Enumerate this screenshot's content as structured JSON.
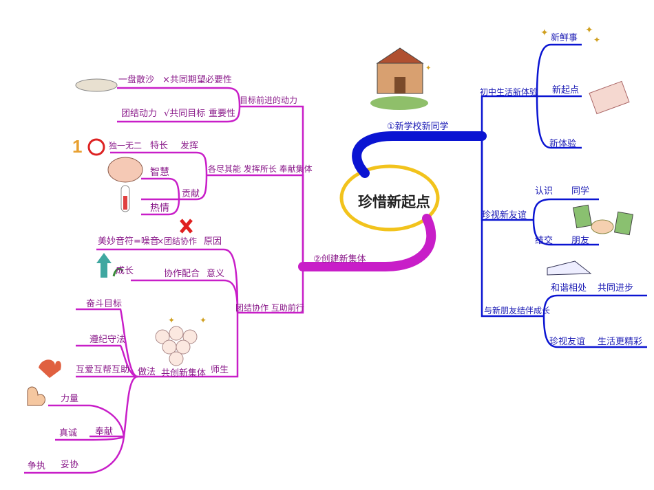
{
  "center": "珍惜新起点",
  "colors": {
    "blue": "#0a14d2",
    "magenta": "#c81ec8",
    "ellipse": "#f2c31c"
  },
  "branch1": {
    "title": "①新学校新同学",
    "sub1": {
      "title": "初中生活新体验",
      "items": [
        "新鲜事",
        "新起点",
        "新体验"
      ]
    },
    "sub2": {
      "title": "珍视新友谊",
      "items": [
        "认识",
        "同学",
        "结交",
        "朋友"
      ]
    },
    "sub3": {
      "title": "与新朋友结伴成长",
      "items": [
        "和谐相处",
        "共同进步",
        "珍视友谊",
        "生活更精彩"
      ]
    }
  },
  "branch2": {
    "title": "②创建新集体",
    "sub1": {
      "title": "目标前进的动力",
      "rows": [
        [
          "一盘散沙",
          "×共同期望",
          "必要性"
        ],
        [
          "团结动力",
          "√共同目标",
          "重要性"
        ]
      ]
    },
    "sub2": {
      "title": "各尽其能 发挥所长 奉献集体",
      "items": [
        "独一无二",
        "特长",
        "发挥",
        "智慧",
        "贡献",
        "热情"
      ]
    },
    "sub3": {
      "title": "团结协作 互助前行",
      "items": [
        "美妙音符=噪音",
        "×团结协作",
        "原因",
        "成长",
        "协作配合",
        "意义"
      ]
    },
    "sub4": {
      "title": "师生",
      "mid": "共创新集体",
      "method": "做法",
      "methods": [
        "奋斗目标",
        "遵纪守法",
        "互爱互帮互助"
      ],
      "dedication": "奉献",
      "ded_items": [
        "力量",
        "真诚",
        "妥协",
        "争执"
      ]
    }
  }
}
